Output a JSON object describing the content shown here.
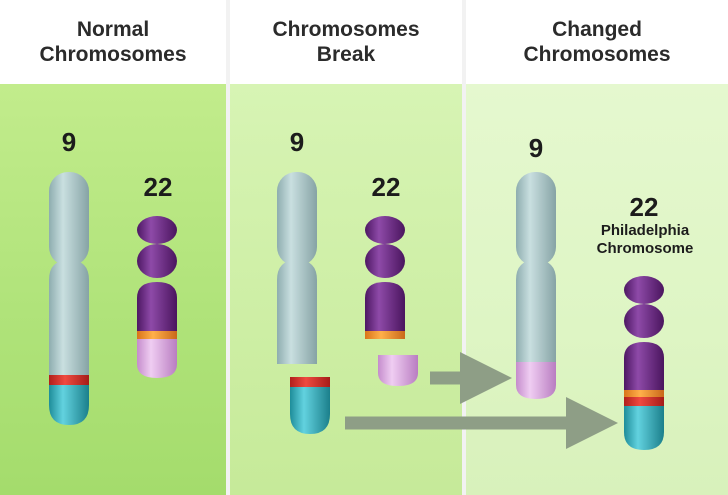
{
  "panels": [
    {
      "title": "Normal\nChromosomes"
    },
    {
      "title": "Chromosomes\nBreak"
    },
    {
      "title": "Changed\nChromosomes"
    }
  ],
  "labels": {
    "p1_chr9": "9",
    "p1_chr22": "22",
    "p2_chr9": "9",
    "p2_chr22": "22",
    "p3_chr9": "9",
    "p3_chr22": "22",
    "philadelphia": "Philadelphia\nChromosome"
  },
  "colors": {
    "chr9": "#a9c7c8",
    "chr22": "#6a2a84",
    "teal_segment": "#3bb7c6",
    "red_band": "#e0312b",
    "orange_band": "#f0962a",
    "pink_segment": "#d9a6df",
    "arrow": "#8e9e86"
  }
}
